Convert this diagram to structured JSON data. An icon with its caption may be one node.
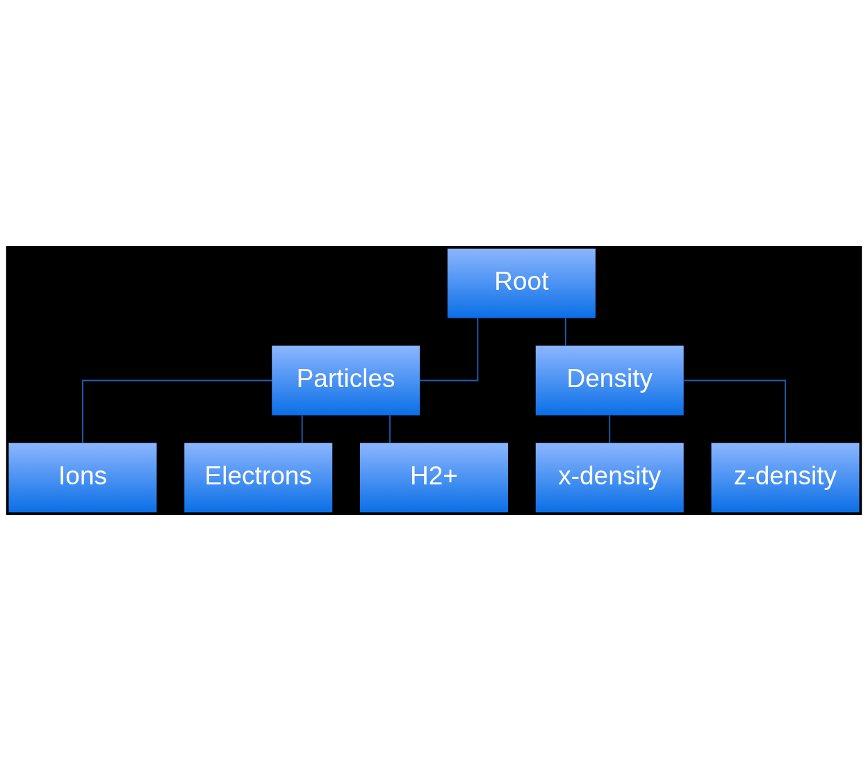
{
  "diagram": {
    "nodes": [
      {
        "text": [
          "Root"
        ]
      },
      {
        "text": [
          "Particles"
        ]
      },
      {
        "text": [
          "Density"
        ]
      },
      {
        "text": [
          "Ions"
        ]
      },
      {
        "text": [
          "Electrons"
        ]
      },
      {
        "text": [
          "H2+"
        ]
      },
      {
        "text": [
          "x-density"
        ]
      },
      {
        "text": [
          "z-density"
        ]
      }
    ],
    "edges": [
      {
        "from": 0,
        "to": 1,
        "arrow": "none"
      },
      {
        "from": 0,
        "to": 2,
        "arrow": "none"
      },
      {
        "from": 1,
        "to": 3,
        "arrow": "none"
      },
      {
        "from": 1,
        "to": 4,
        "arrow": "none"
      },
      {
        "from": 1,
        "to": 5,
        "arrow": "none"
      },
      {
        "from": 2,
        "to": 6,
        "arrow": "none"
      },
      {
        "from": 2,
        "to": 7,
        "arrow": "none"
      }
    ]
  }
}
